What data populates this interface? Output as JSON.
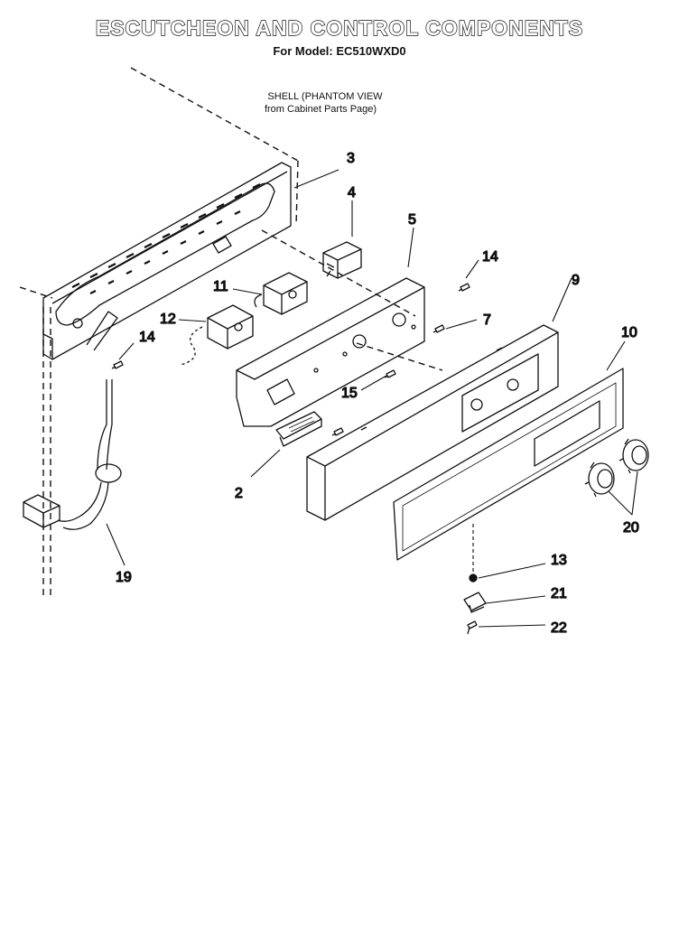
{
  "title": "ESCUTCHEON AND CONTROL COMPONENTS",
  "subtitle": "For Model: EC510WXD0",
  "note": {
    "line1": "SHELL (PHANTOM VIEW",
    "line2": "from Cabinet Parts Page)"
  },
  "callouts": {
    "c3": "3",
    "c4": "4",
    "c5": "5",
    "c14a": "14",
    "c9": "9",
    "c7": "7",
    "c10": "10",
    "c11": "11",
    "c12": "12",
    "c14b": "14",
    "c15": "15",
    "c2": "2",
    "c20": "20",
    "c19": "19",
    "c13": "13",
    "c21": "21",
    "c22": "22"
  }
}
